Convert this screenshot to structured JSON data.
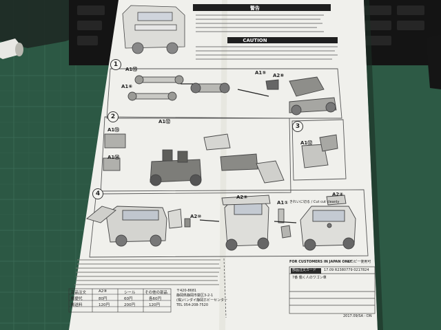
{
  "sheet": {
    "header": {
      "warning_title": "警告",
      "caution_title": "CAUTION"
    },
    "steps": [
      "1",
      "2",
      "3",
      "4"
    ],
    "part_labels": [
      "A1⑮",
      "A2⑧",
      "A1⑤",
      "A1⑥",
      "A1⑫",
      "A1⑬",
      "A1⑭",
      "A2⑨",
      "A2⑩",
      "A2④",
      "A1①",
      "A1⑫"
    ],
    "notes": {
      "cut_note": "きれいに切る / Cut cut cleanly"
    },
    "footer": {
      "customers": "FOR CUSTOMERS IN JAPAN ONLY",
      "copy_note": "※コピー使用可",
      "form_title": "部品注文カード",
      "codes": "17.09  R2380779  0217824",
      "product": "7番 働く人のワゴン車",
      "address_1": "〒420-8681",
      "address_2": "静岡県静岡市葵区3-2-1",
      "address_3": "(株)バンダイ静岡ホビーセンター",
      "tel": "TEL 054-208-7520",
      "date": "2017.09/SA - DN",
      "table_header": [
        "部品注文",
        "A2⑧",
        "シール",
        "その他の部品"
      ],
      "table_row1": [
        "郵便代",
        "80円",
        "60円",
        "各60円"
      ],
      "table_row2": [
        "郵送料",
        "120円",
        "200円",
        "120円"
      ]
    }
  },
  "colors": {
    "mat": "#2f5a47",
    "paper": "#efefeb",
    "ink": "#222222",
    "keyboard": "#1a1a1a"
  }
}
